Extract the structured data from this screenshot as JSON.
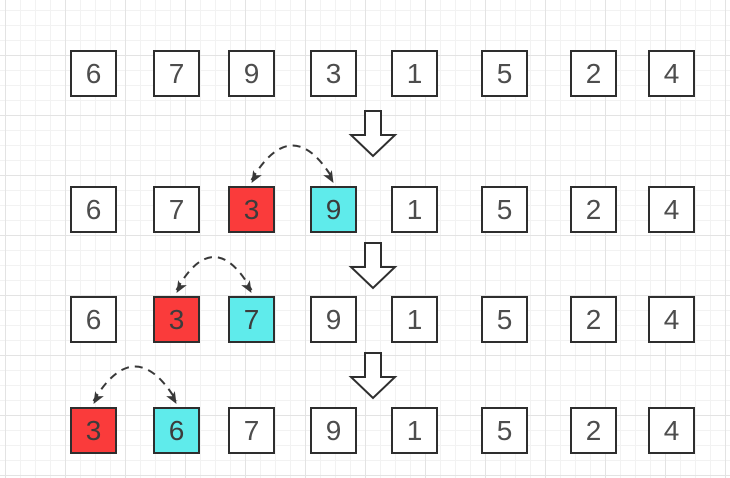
{
  "diagram": {
    "type": "sorting-swap-steps",
    "steps": [
      {
        "values": [
          "6",
          "7",
          "9",
          "3",
          "1",
          "5",
          "2",
          "4"
        ],
        "red_index": -1,
        "cyan_index": -1,
        "has_swap_arc": false
      },
      {
        "values": [
          "6",
          "7",
          "3",
          "9",
          "1",
          "5",
          "2",
          "4"
        ],
        "red_index": 2,
        "cyan_index": 3,
        "has_swap_arc": true
      },
      {
        "values": [
          "6",
          "3",
          "7",
          "9",
          "1",
          "5",
          "2",
          "4"
        ],
        "red_index": 1,
        "cyan_index": 2,
        "has_swap_arc": true
      },
      {
        "values": [
          "3",
          "6",
          "7",
          "9",
          "1",
          "5",
          "2",
          "4"
        ],
        "red_index": 0,
        "cyan_index": 1,
        "has_swap_arc": true
      }
    ],
    "icons": {
      "step_arrow": "down-block-arrow-icon",
      "swap_arrow": "dashed-curved-double-arrow-icon"
    },
    "colors": {
      "red": "#fa3b3b",
      "cyan": "#5febeb",
      "box_fill": "#ffffff",
      "box_border": "#2e2e2e",
      "digit": "#4d4d4d",
      "arrow": "#383838",
      "grid_minor": "#f2f2f2",
      "grid_major": "#e3e3e3"
    }
  }
}
